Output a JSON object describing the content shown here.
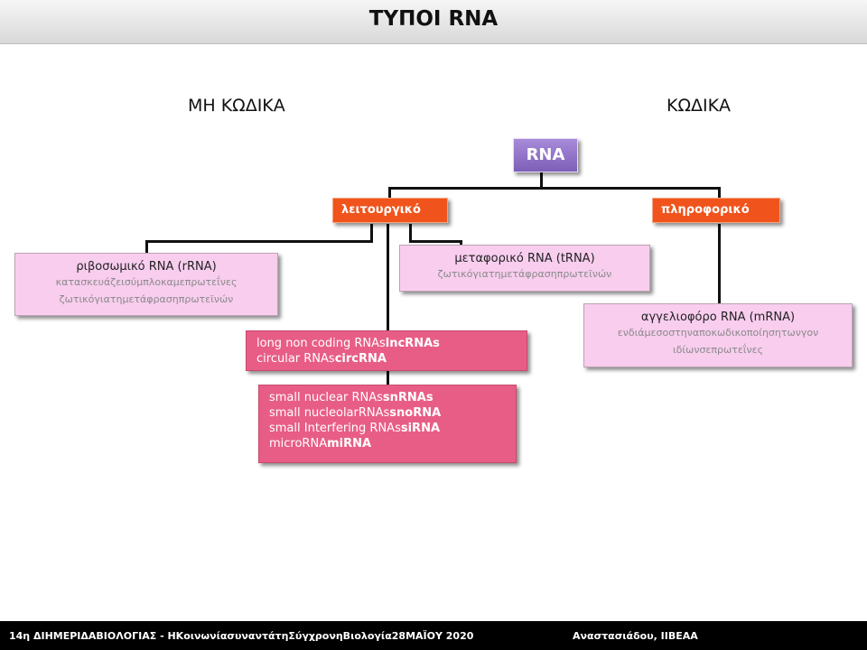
{
  "title": "ΤΥΠΟΙ RNA",
  "headings": {
    "left": "ΜΗ ΚΩΔΙΚΑ",
    "right": "ΚΩΔΙΚΑ"
  },
  "root": "RNA",
  "functional": "λειτουργικό",
  "informational": "πληροφορικό",
  "rrna": {
    "title": "ριβοσωμικό RNA (rRNA)",
    "line1": "κατασκευάζεισύμπλοκαμεπρωτεΐνες",
    "line2": "ζωτικόγιατημετάφρασηπρωτεϊνών"
  },
  "trna": {
    "title": "μεταφορικό RNA (tRNA)",
    "line1": "ζωτικόγιατημετάφρασηπρωτεϊνών"
  },
  "mrna": {
    "title": "αγγελιοφόρο RNA (mRNA)",
    "line1": "ενδιάμεσοστηναποκωδικοποίησητωνγον",
    "line2": "ιδίωνσεπρωτεΐνες"
  },
  "long_box": [
    {
      "text": "long non coding RNAs",
      "abbr": "lncRNAs"
    },
    {
      "text": "circular RNAs",
      "abbr": "circRNA"
    }
  ],
  "small_box": [
    {
      "text": "small nuclear RNAs",
      "abbr": "snRNAs"
    },
    {
      "text": "small nucleolarRNAs",
      "abbr": "snoRNA"
    },
    {
      "text": "small Interfering RNAs",
      "abbr": "siRNA"
    },
    {
      "text": "microRNA",
      "abbr": "miRNA"
    }
  ],
  "footer": {
    "left": "14η ΔΙΗΜΕΡΙΔΑΒΙΟΛΟΓΙΑΣ - ΗΚοινωνίασυναντάτηΣύγχρονηΒιολογία28ΜΑΪΟΥ 2020",
    "right": "Αναστασιάδου, ΙΙΒΕΑΑ"
  },
  "colors": {
    "root": "#8e6fc8",
    "orange": "#f0541c",
    "pink": "#f8cdee",
    "red": "#e85d86",
    "footer": "#000000"
  }
}
